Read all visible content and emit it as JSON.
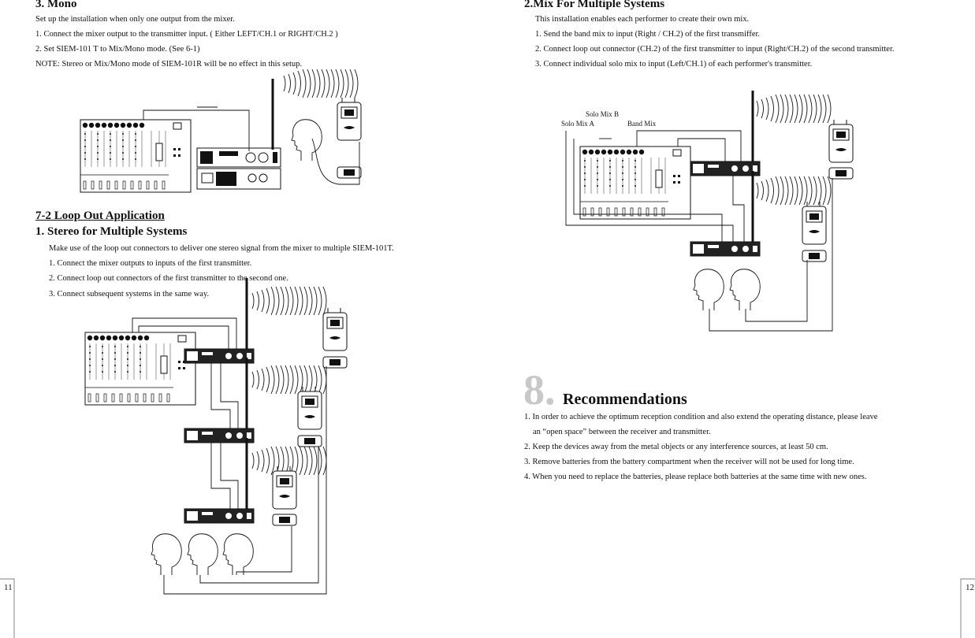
{
  "left_page": {
    "mono": {
      "heading": "3. Mono",
      "lines": [
        "Set up the installation when only one output from the mixer.",
        "1. Connect the mixer output to the transmitter input. ( Either LEFT/CH.1  or  RIGHT/CH.2 )",
        "2. Set SIEM-101 T to Mix/Mono mode.  (See 6-1)",
        "NOTE: Stereo or Mix/Mono mode of SIEM-101R will be no effect in this setup."
      ]
    },
    "loop_out": {
      "section_heading": "7-2 Loop Out Application",
      "heading": "1. Stereo for Multiple Systems",
      "lines": [
        "Make use of the loop out connectors to deliver one stereo signal from the mixer to multiple SIEM-101T.",
        "1. Connect the mixer outputs to inputs of the first transmitter.",
        "2. Connect loop out connectors of the first transmitter to the second one.",
        "3. Connect subsequent systems in the same way."
      ]
    },
    "page_number": "11"
  },
  "right_page": {
    "mix": {
      "heading": "2.Mix For Multiple Systems",
      "lines": [
        "This installation enables each performer to create their own mix.",
        "1. Send the band mix to input (Right / CH.2) of the first transmiffer.",
        "2. Connect loop out connector (CH.2) of the first transmitter to input (Right/CH.2) of the second transmitter.",
        "3. Connect individual solo mix to input (Left/CH.1) of each performer's transmitter."
      ],
      "diagram_labels": {
        "solo_mix_b": "Solo Mix B",
        "solo_mix_a": "Solo Mix A",
        "band_mix": "Band Mix"
      }
    },
    "recommendations": {
      "number": "8.",
      "title": "Recommendations",
      "lines": [
        "1. In order to achieve the optimum reception condition and also extend the operating distance, please leave",
        "an “open space” between the receiver and transmitter.",
        "2. Keep the devices away from the metal objects or any interference sources, at least 50 cm.",
        "3. Remove batteries from the battery compartment when the receiver will not be used for long time.",
        "4. When you need to replace the batteries, please replace both batteries at the same time with new ones."
      ]
    },
    "page_number": "12"
  }
}
